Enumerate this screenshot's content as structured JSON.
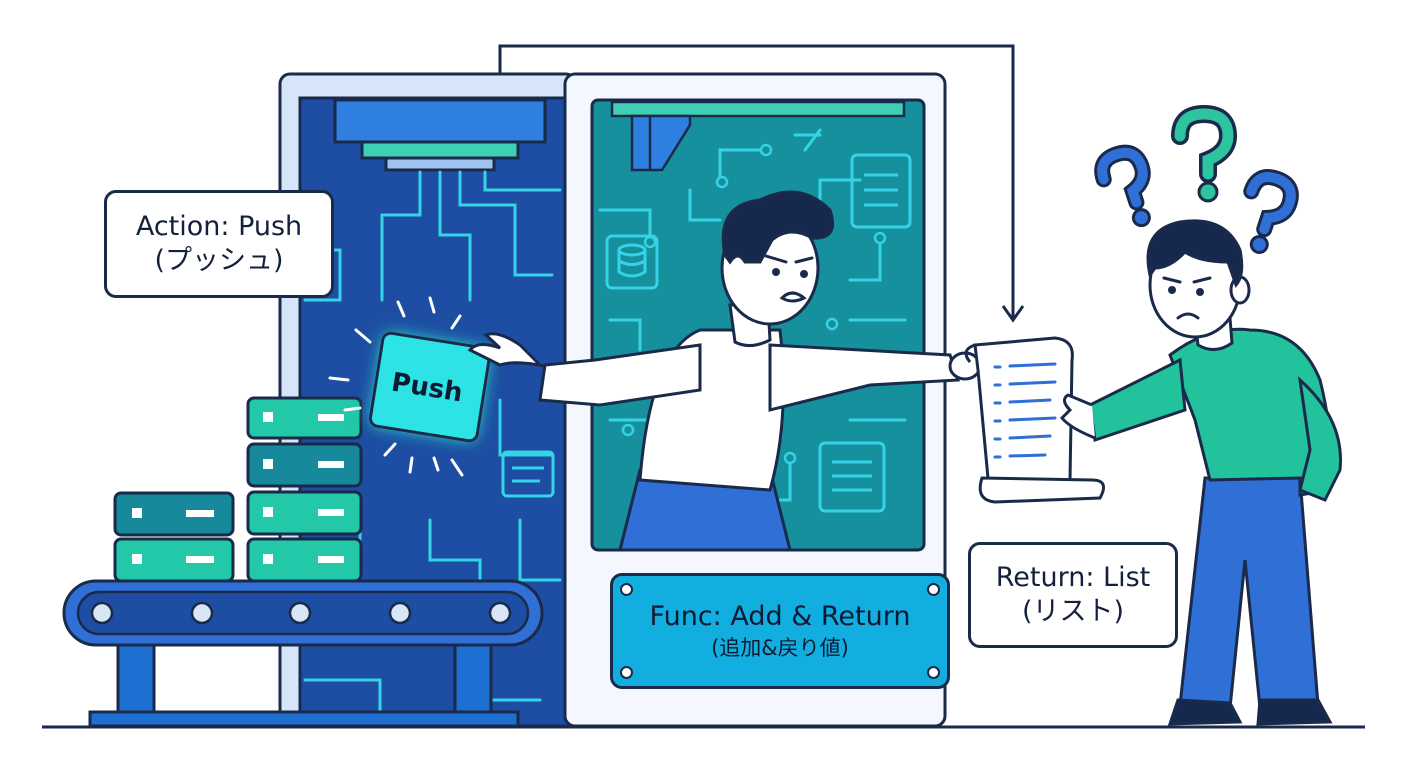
{
  "labels": {
    "action_line1": "Action: Push",
    "action_line2": "(プッシュ)",
    "push_button": "Push",
    "func_line1": "Func: Add & Return",
    "func_line2": "(追加&戻り値)",
    "return_line1": "Return: List",
    "return_line2": "(リスト)"
  },
  "icons": {
    "question_marks": [
      "question-mark-icon",
      "question-mark-icon",
      "question-mark-icon"
    ],
    "database": "database-icon",
    "document": "document-icon",
    "scroll": "scroll-list-icon"
  },
  "colors": {
    "outline": "#1a2a4a",
    "machine_blue": "#1d4ea3",
    "chamber_teal": "#17909e",
    "circuit_cyan": "#35d3e6",
    "accent_green": "#2ec4a0",
    "plate_blue": "#12aee0",
    "jeans_blue": "#2f6fd6",
    "shirt_teal": "#22c29d"
  }
}
